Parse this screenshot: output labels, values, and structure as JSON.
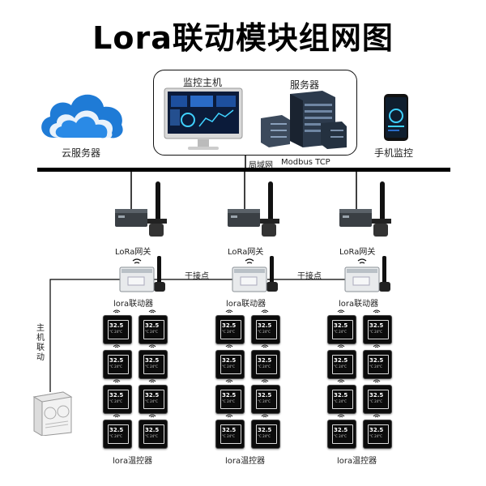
{
  "title": "Lora联动模块组网图",
  "top_group": {
    "monitor_host": "监控主机",
    "server": "服务器"
  },
  "cloud_server": "云服务器",
  "phone_monitor": "手机监控",
  "bus": {
    "lan": "局域网",
    "protocol": "Modbus TCP"
  },
  "gateways": [
    {
      "label": "LoRa网关"
    },
    {
      "label": "LoRa网关"
    },
    {
      "label": "LoRa网关"
    }
  ],
  "actuators": [
    {
      "label": "lora联动器"
    },
    {
      "label": "lora联动器"
    },
    {
      "label": "lora联动器"
    }
  ],
  "dry_contact": [
    "干接点",
    "干接点"
  ],
  "host_link": "主机联动",
  "thermostat_groups": [
    {
      "label": "lora温控器"
    },
    {
      "label": "lora温控器"
    },
    {
      "label": "lora温控器"
    }
  ],
  "thermostat_reading": "32.5",
  "thermostat_subtext": "°C 24°C"
}
